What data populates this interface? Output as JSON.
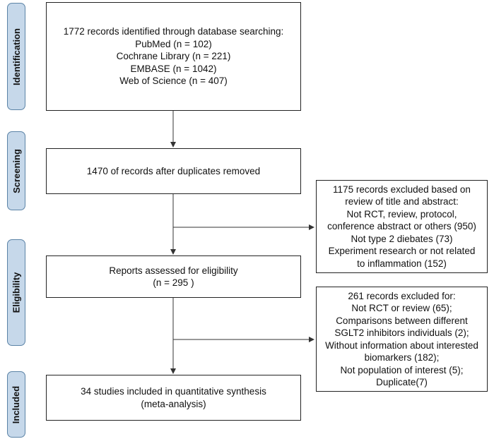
{
  "stages": {
    "identification": "Identification",
    "screening": "Screening",
    "eligibility": "Eligibility",
    "included": "Included"
  },
  "identification_box": {
    "lines": [
      "1772 records identified through database searching:",
      "PubMed (n = 102)",
      "Cochrane Library (n = 221)",
      "EMBASE (n = 1042)",
      "Web of Science (n = 407)"
    ]
  },
  "screening_box": {
    "lines": [
      "1470 of records after duplicates removed"
    ]
  },
  "screening_excluded_box": {
    "lines": [
      "1175 records excluded based on",
      "review of title and abstract:",
      "Not RCT, review, protocol,",
      "conference abstract or others (950)",
      "Not type 2 diebates (73)",
      "Experiment research or not related",
      "to inflammation (152)"
    ]
  },
  "eligibility_box": {
    "lines": [
      "Reports assessed for eligibility",
      "(n = 295 )"
    ]
  },
  "eligibility_excluded_box": {
    "lines": [
      "261 records excluded for:",
      "Not RCT or review (65);",
      "Comparisons between different",
      "SGLT2 inhibitors individuals (2);",
      "Without information about interested",
      "biomarkers (182);",
      "Not population of interest (5);",
      "Duplicate(7)"
    ]
  },
  "included_box": {
    "lines": [
      "34 studies included in quantitative synthesis",
      "(meta-analysis)"
    ]
  },
  "colors": {
    "stage_fill": "#c6d8ea",
    "stage_border": "#5b83a6",
    "line": "#333333"
  }
}
